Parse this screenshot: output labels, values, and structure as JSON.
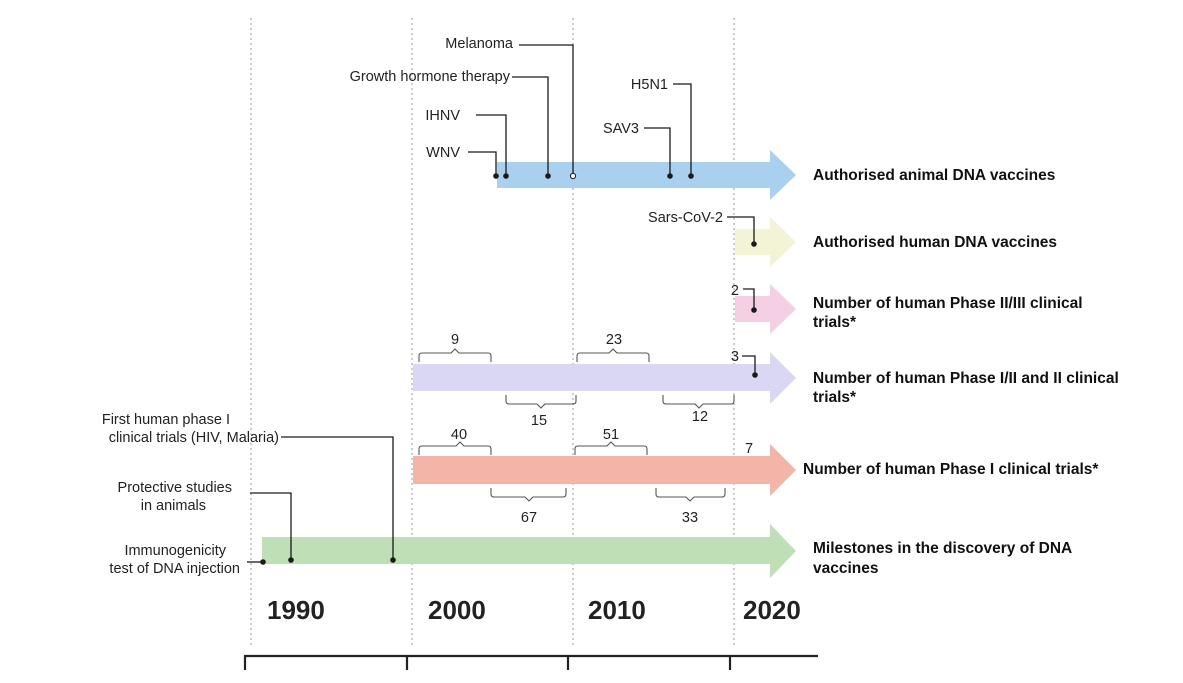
{
  "colors": {
    "animal": "#a9d0ef",
    "human_authorised": "#f3f3d6",
    "phase23": "#f5cfe4",
    "phase12": "#d9d7f3",
    "phase1": "#f4b4a8",
    "milestones": "#bfdfb7"
  },
  "decades": [
    "1990",
    "2000",
    "2010",
    "2020"
  ],
  "rows": {
    "animal": "Authorised animal DNA vaccines",
    "human": "Authorised human DNA vaccines",
    "phase23_l1": "Number of human Phase II/III clinical",
    "phase23_l2": "trials*",
    "phase12_l1": "Number of human Phase I/II and II clinical",
    "phase12_l2": "trials*",
    "phase1": "Number of human Phase I  clinical trials*",
    "milestones_l1": "Milestones in the discovery of DNA",
    "milestones_l2": "vaccines"
  },
  "animal_labels": {
    "melanoma": "Melanoma",
    "growth": "Growth hormone therapy",
    "ihnv": "IHNV",
    "wnv": "WNV",
    "h5n1": "H5N1",
    "sav3": "SAV3"
  },
  "human_label": "Sars-CoV-2",
  "phase23_count": "2",
  "phase12_counts": {
    "a": "9",
    "b": "15",
    "c": "23",
    "d": "12",
    "e": "3"
  },
  "phase1_counts": {
    "a": "40",
    "b": "67",
    "c": "51",
    "d": "33",
    "e": "7"
  },
  "milestone_labels": {
    "first_l1": "First human phase I",
    "first_l2": "clinical trials (HIV, Malaria)",
    "protective_l1": "Protective studies",
    "protective_l2": "in animals",
    "immuno_l1": "Immunogenicity",
    "immuno_l2": "test of DNA injection"
  }
}
